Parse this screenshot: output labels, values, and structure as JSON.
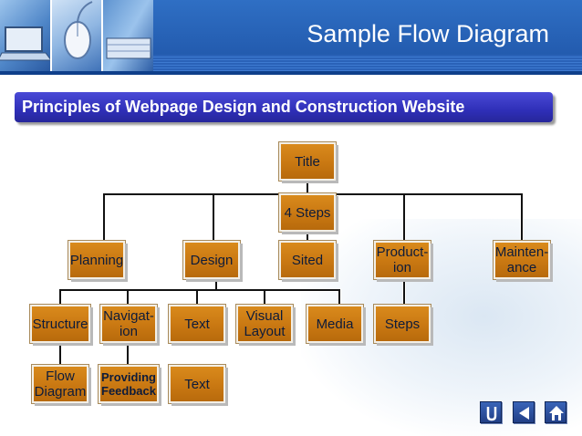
{
  "header": {
    "title": "Sample Flow Diagram"
  },
  "subtitle": "Principles of Webpage Design and Construction Website",
  "colors": {
    "node_fill": "#c97812",
    "node_text": "#0d1b3a",
    "header_blue": "#2a62b8",
    "banner_blue": "#2f2fb8"
  },
  "nodes": {
    "title": "Title",
    "steps4": "4 Steps",
    "planning": "Planning",
    "design": "Design",
    "sited": "Sited",
    "production": [
      "Product-",
      "ion"
    ],
    "maintenance": [
      "Mainten-",
      "ance"
    ],
    "structure": "Structure",
    "navigation": [
      "Navigat-",
      "ion"
    ],
    "text": "Text",
    "visual_layout": [
      "Visual",
      "Layout"
    ],
    "media": "Media",
    "steps": "Steps",
    "flow_diagram": [
      "Flow",
      "Diagram"
    ],
    "providing_feedback": [
      "Providing",
      "Feedback"
    ],
    "text2": "Text"
  },
  "nav": [
    {
      "name": "return-icon"
    },
    {
      "name": "back-arrow-icon"
    },
    {
      "name": "home-icon"
    }
  ]
}
